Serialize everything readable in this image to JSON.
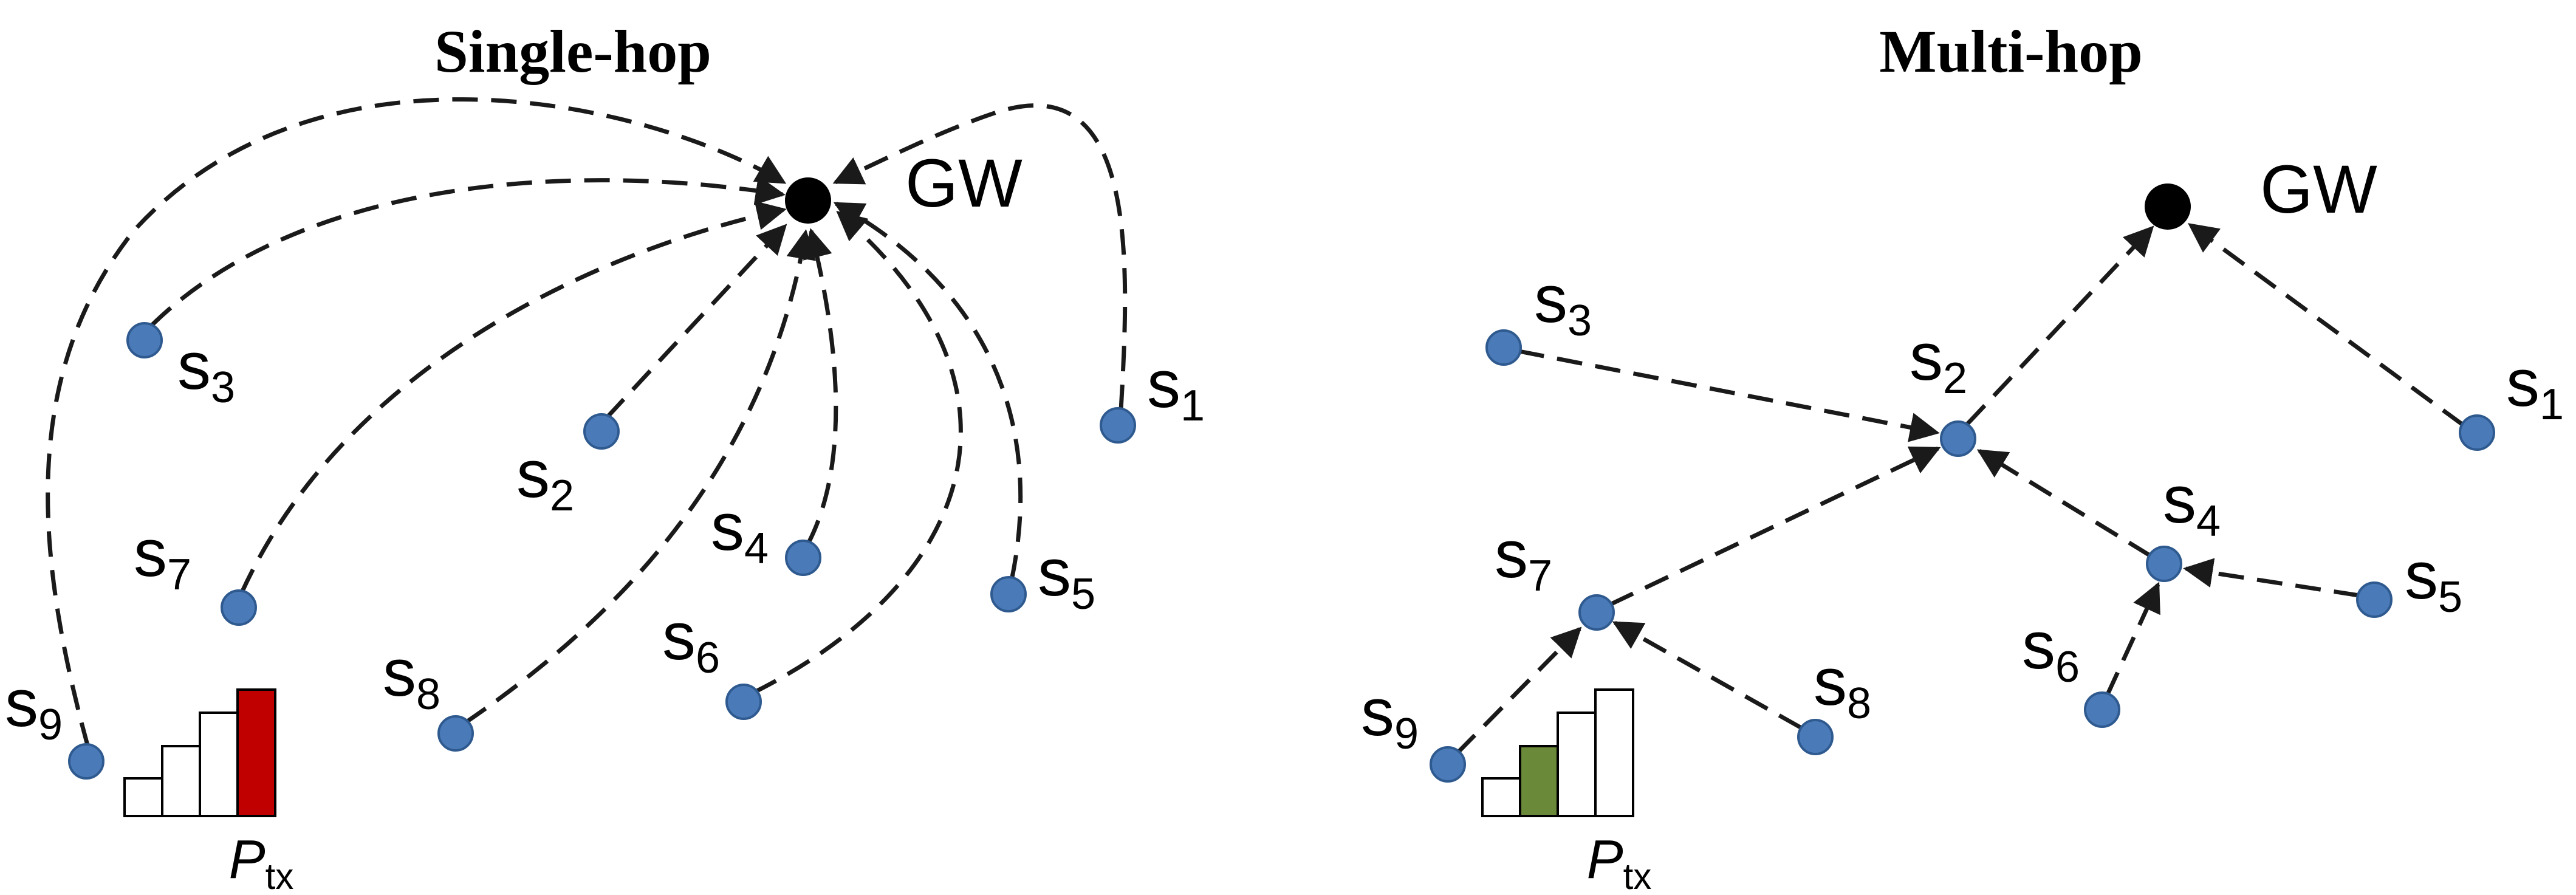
{
  "colors": {
    "sensor": "#4a7ab8",
    "gateway": "#000000",
    "edge": "#1a1a1a",
    "ptx_high": "#c00000",
    "ptx_low": "#6a8a3a",
    "bar_empty": "#ffffff"
  },
  "panels": [
    {
      "id": "single-hop",
      "title": "Single-hop",
      "gateway_label": "GW",
      "nodes": [
        {
          "id": "s1",
          "letter": "s",
          "index": "1"
        },
        {
          "id": "s2",
          "letter": "s",
          "index": "2"
        },
        {
          "id": "s3",
          "letter": "s",
          "index": "3"
        },
        {
          "id": "s4",
          "letter": "s",
          "index": "4"
        },
        {
          "id": "s5",
          "letter": "s",
          "index": "5"
        },
        {
          "id": "s6",
          "letter": "s",
          "index": "6"
        },
        {
          "id": "s7",
          "letter": "s",
          "index": "7"
        },
        {
          "id": "s8",
          "letter": "s",
          "index": "8"
        },
        {
          "id": "s9",
          "letter": "s",
          "index": "9"
        }
      ],
      "edges": [
        {
          "from": "s1",
          "to": "GW"
        },
        {
          "from": "s2",
          "to": "GW"
        },
        {
          "from": "s3",
          "to": "GW"
        },
        {
          "from": "s4",
          "to": "GW"
        },
        {
          "from": "s5",
          "to": "GW"
        },
        {
          "from": "s6",
          "to": "GW"
        },
        {
          "from": "s7",
          "to": "GW"
        },
        {
          "from": "s8",
          "to": "GW"
        },
        {
          "from": "s9",
          "to": "GW"
        }
      ],
      "ptx": {
        "symbol": "P",
        "subscript": "tx",
        "level": 4,
        "levels": 4
      }
    },
    {
      "id": "multi-hop",
      "title": "Multi-hop",
      "gateway_label": "GW",
      "nodes": [
        {
          "id": "s1",
          "letter": "s",
          "index": "1"
        },
        {
          "id": "s2",
          "letter": "s",
          "index": "2"
        },
        {
          "id": "s3",
          "letter": "s",
          "index": "3"
        },
        {
          "id": "s4",
          "letter": "s",
          "index": "4"
        },
        {
          "id": "s5",
          "letter": "s",
          "index": "5"
        },
        {
          "id": "s6",
          "letter": "s",
          "index": "6"
        },
        {
          "id": "s7",
          "letter": "s",
          "index": "7"
        },
        {
          "id": "s8",
          "letter": "s",
          "index": "8"
        },
        {
          "id": "s9",
          "letter": "s",
          "index": "9"
        }
      ],
      "edges": [
        {
          "from": "s1",
          "to": "GW"
        },
        {
          "from": "s2",
          "to": "GW"
        },
        {
          "from": "s3",
          "to": "s2"
        },
        {
          "from": "s4",
          "to": "s2"
        },
        {
          "from": "s7",
          "to": "s2"
        },
        {
          "from": "s5",
          "to": "s4"
        },
        {
          "from": "s6",
          "to": "s4"
        },
        {
          "from": "s8",
          "to": "s7"
        },
        {
          "from": "s9",
          "to": "s7"
        }
      ],
      "ptx": {
        "symbol": "P",
        "subscript": "tx",
        "level": 2,
        "levels": 4
      }
    }
  ]
}
